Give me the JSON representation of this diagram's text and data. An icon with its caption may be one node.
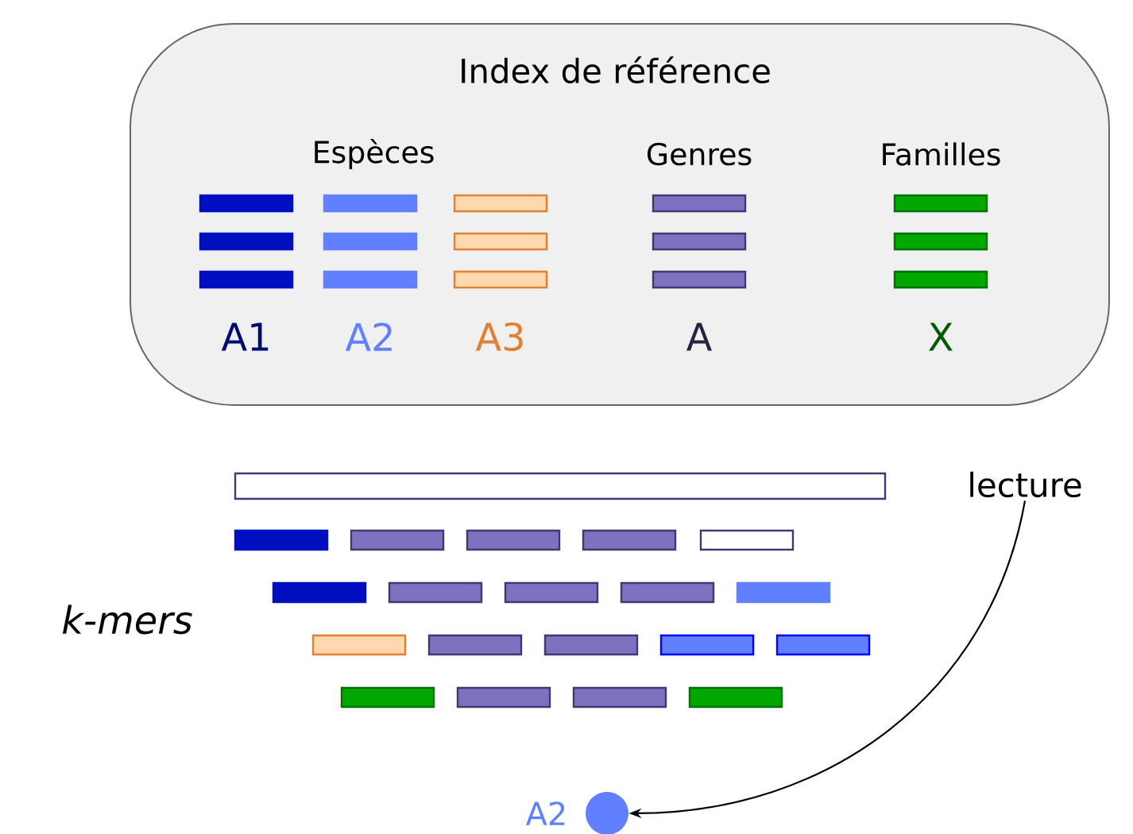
{
  "diagram": {
    "nodes": [
      {
        "text": [
          "Index de référence"
        ]
      },
      {
        "text": [
          "lecture"
        ]
      },
      {
        "text": [],
        "shape": "circle",
        "beside": [
          "A2"
        ]
      }
    ],
    "edges": [
      {
        "from": 1,
        "to": 2,
        "arrow": "to"
      }
    ],
    "labels": [
      "Espèces",
      "Genres",
      "Familles",
      "A1",
      "A2",
      "A3",
      "A",
      "X",
      "k-mers"
    ]
  }
}
